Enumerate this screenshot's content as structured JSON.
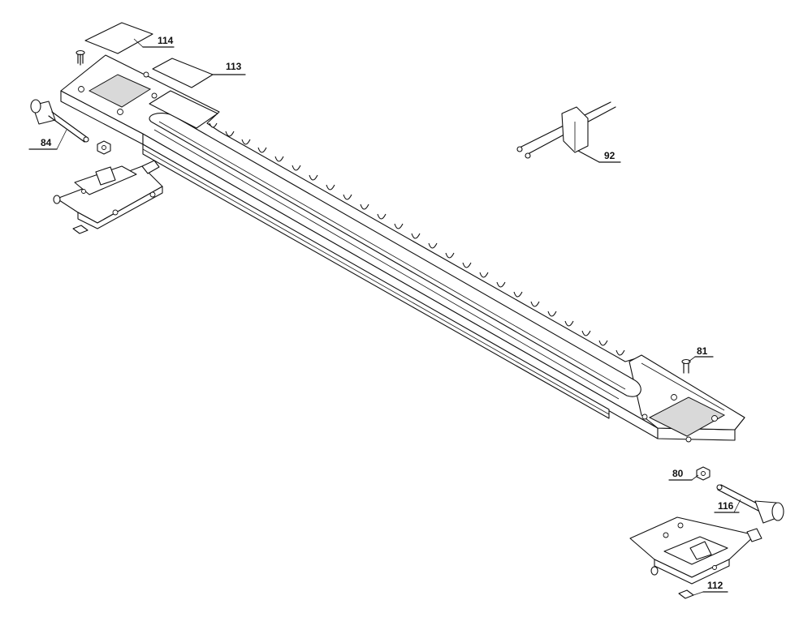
{
  "callouts": [
    {
      "id": "114",
      "text": "114"
    },
    {
      "id": "113",
      "text": "113"
    },
    {
      "id": "84",
      "text": "84"
    },
    {
      "id": "92",
      "text": "92"
    },
    {
      "id": "81",
      "text": "81"
    },
    {
      "id": "80",
      "text": "80"
    },
    {
      "id": "116",
      "text": "116"
    },
    {
      "id": "112",
      "text": "112"
    }
  ]
}
